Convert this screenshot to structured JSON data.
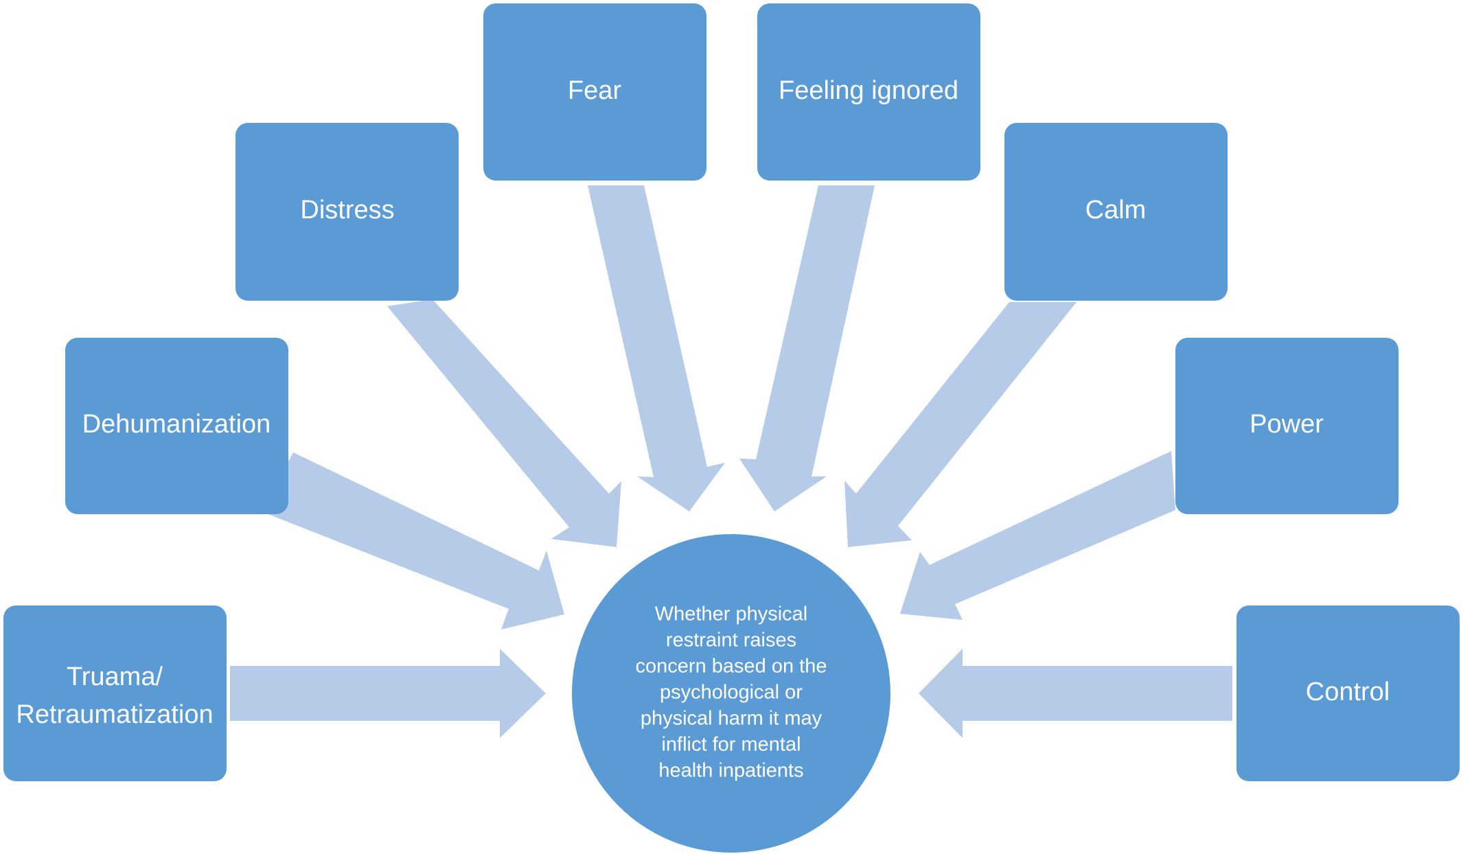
{
  "colors": {
    "box_fill": "#5b9bd5",
    "box_text": "#ffffff",
    "arrow_fill": "#b5cbe7"
  },
  "center": {
    "lines": [
      "Whether physical",
      "restraint raises",
      "concern based on the",
      "psychological or",
      "physical harm it may",
      "inflict for mental",
      "health inpatients"
    ]
  },
  "factors": [
    {
      "id": "truama",
      "lines": [
        "Truama/",
        "Retraumatization"
      ]
    },
    {
      "id": "dehumanization",
      "lines": [
        "Dehumanization"
      ]
    },
    {
      "id": "distress",
      "lines": [
        "Distress"
      ]
    },
    {
      "id": "fear",
      "lines": [
        "Fear"
      ]
    },
    {
      "id": "feeling-ignored",
      "lines": [
        "Feeling ignored"
      ]
    },
    {
      "id": "calm",
      "lines": [
        "Calm"
      ]
    },
    {
      "id": "power",
      "lines": [
        "Power"
      ]
    },
    {
      "id": "control",
      "lines": [
        "Control"
      ]
    }
  ]
}
